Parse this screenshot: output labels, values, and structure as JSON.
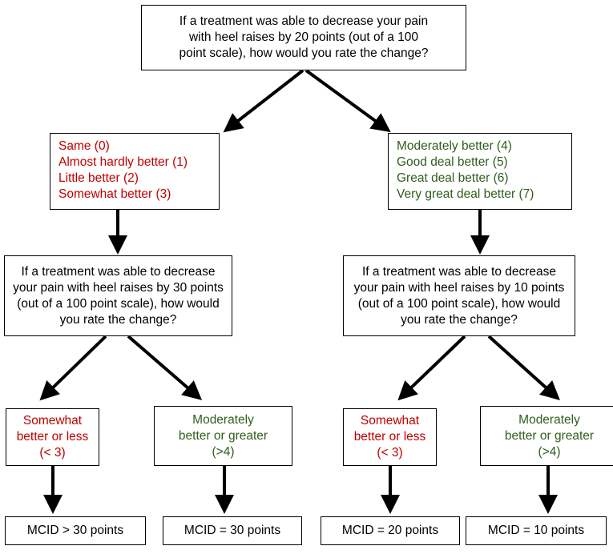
{
  "colors": {
    "negative": "#c00000",
    "positive": "#2e5e1c",
    "stroke": "#000000"
  },
  "top_question": {
    "lines": [
      "If a treatment was able to decrease your pain",
      "with heel raises by 20 points (out of a 100",
      "point scale), how would you rate the change?"
    ]
  },
  "left_options": {
    "lines": [
      "Same (0)",
      "Almost hardly better (1)",
      "Little better (2)",
      "Somewhat better (3)"
    ]
  },
  "right_options": {
    "lines": [
      "Moderately better (4)",
      "Good deal better (5)",
      "Great deal better (6)",
      "Very great deal better (7)"
    ]
  },
  "left_question": {
    "lines": [
      "If a treatment was able to decrease",
      "your pain with heel raises by 30 points",
      "(out of a 100 point scale), how would",
      "you rate the change?"
    ]
  },
  "right_question": {
    "lines": [
      "If a treatment was able to decrease",
      "your pain with heel raises by 10 points",
      "(out of a 100 point scale), how would",
      "you rate the change?"
    ]
  },
  "outcomes": [
    {
      "lines": [
        "Somewhat",
        "better or less",
        "(< 3)"
      ]
    },
    {
      "lines": [
        "Moderately",
        "better or greater",
        "(>4)"
      ]
    },
    {
      "lines": [
        "Somewhat",
        "better or less",
        "(< 3)"
      ]
    },
    {
      "lines": [
        "Moderately",
        "better or greater",
        "(>4)"
      ]
    }
  ],
  "mcid": [
    "MCID > 30 points",
    "MCID = 30 points",
    "MCID = 20 points",
    "MCID = 10 points"
  ]
}
